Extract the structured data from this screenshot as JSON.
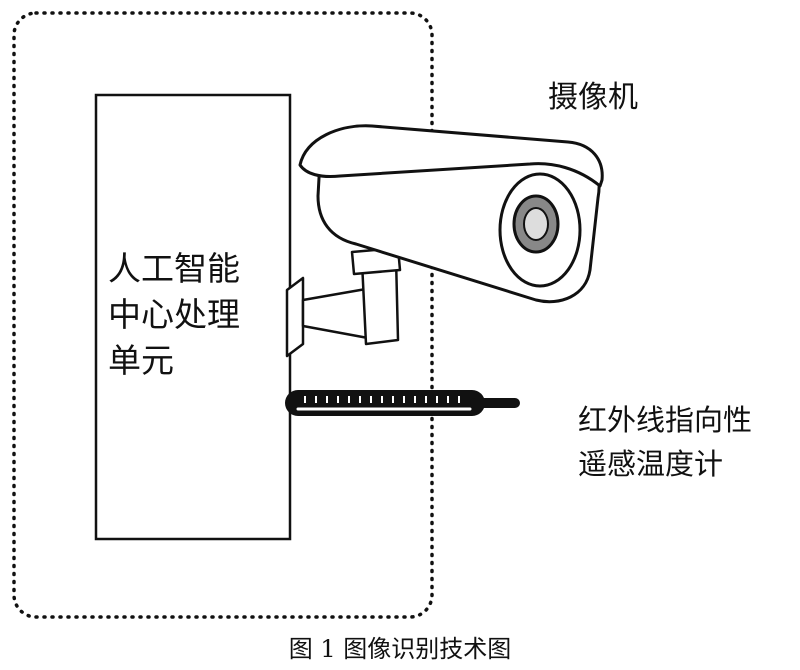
{
  "ai_unit": {
    "label_lines": [
      "人工智能",
      "中心处理",
      "单元"
    ]
  },
  "camera": {
    "label": "摄像机"
  },
  "thermometer": {
    "label_lines": [
      "红外线指向性",
      "遥感温度计"
    ]
  },
  "caption": "图 1 图像识别技术图",
  "colors": {
    "line": "#111111",
    "background": "#ffffff"
  }
}
